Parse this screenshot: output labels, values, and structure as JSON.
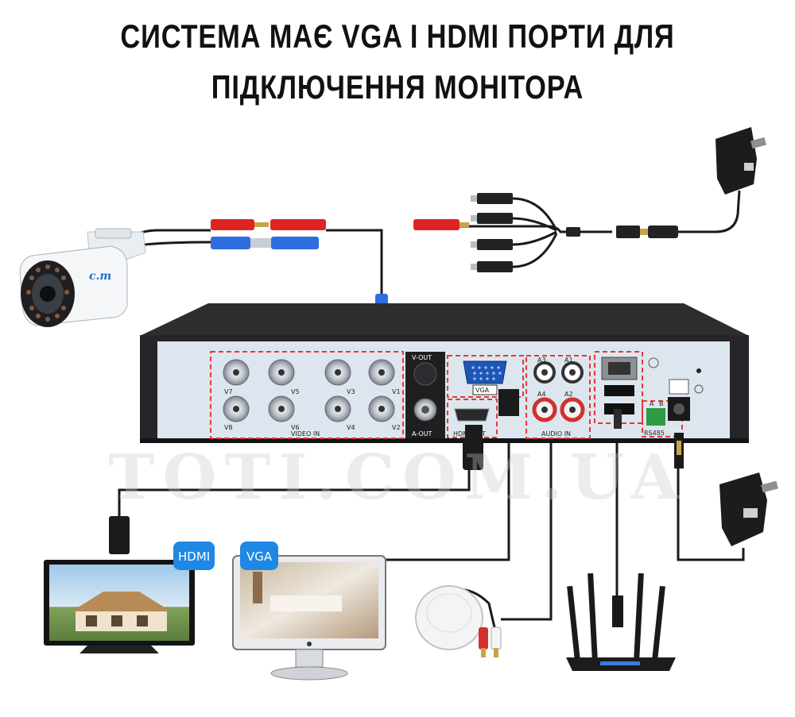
{
  "title": {
    "line1": "СИСТЕМА МАЄ VGA І HDMI ПОРТИ ДЛЯ",
    "line2": "ПІДКЛЮЧЕННЯ МОНІТОРА"
  },
  "watermark": "TOTI.COM.UA",
  "camera": {
    "logo": "c.m"
  },
  "dvr_ports": {
    "video": [
      "V7",
      "V5",
      "V3",
      "V1",
      "V8",
      "V6",
      "V4",
      "V2"
    ],
    "video_in": "VIDEO IN",
    "v_out": "V-OUT",
    "a_out": "A-OUT",
    "vga": "VGA",
    "hdmi_out": "HDMI OUT",
    "audio": [
      "A3",
      "A1",
      "A4",
      "A2"
    ],
    "audio_in": "AUDIO IN",
    "rs485": "RS485",
    "rs485_pins": [
      "A",
      "B"
    ]
  },
  "badges": {
    "hdmi": "HDMI",
    "vga": "VGA"
  },
  "colors": {
    "dvr_body": "#2b2b2d",
    "panel": "#dde6ee",
    "dash": "#e53935",
    "badge": "#1e88e5",
    "cable": "#1a1a1a"
  }
}
